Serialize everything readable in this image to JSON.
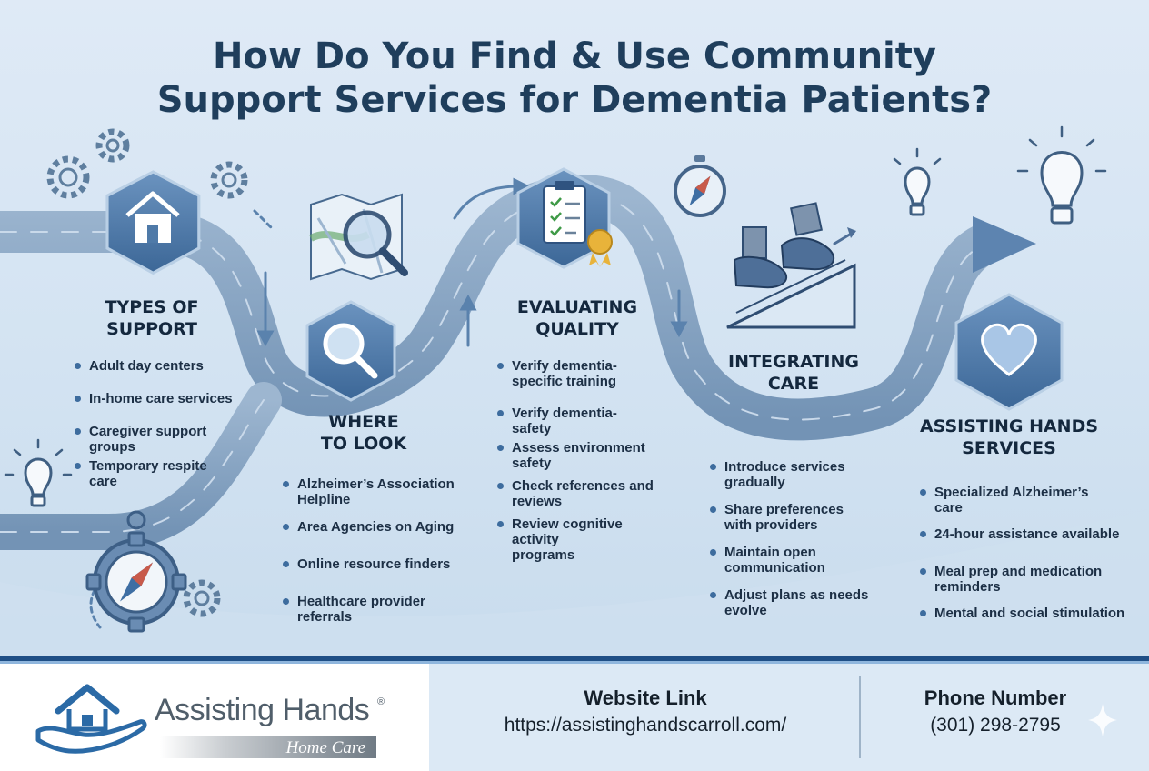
{
  "title_line1": "How Do You Find & Use Community",
  "title_line2": "Support Services for Dementia Patients?",
  "stages": [
    {
      "title_lines": [
        "TYPES OF",
        "SUPPORT"
      ],
      "icon": "house-icon",
      "items": [
        "Adult day centers",
        "In-home care services",
        "Caregiver support groups",
        "Temporary respite care"
      ]
    },
    {
      "title_lines": [
        "WHERE",
        "TO LOOK"
      ],
      "icon": "magnifier-icon",
      "items": [
        "Alzheimer’s Association Helpline",
        "Area Agencies on Aging",
        "Online resource finders",
        "Healthcare provider referrals"
      ]
    },
    {
      "title_lines": [
        "EVALUATING",
        "QUALITY"
      ],
      "icon": "clipboard-icon",
      "items": [
        "Verify dementia-specific training",
        "Verify dementia-safety",
        "Assess environment safety",
        "Check references and reviews",
        "Review cognitive activity programs"
      ]
    },
    {
      "title_lines": [
        "INTEGRATING",
        "CARE"
      ],
      "icon": "walking-shoes-icon",
      "items": [
        "Introduce services gradually",
        "Share preferences with providers",
        "Maintain open communication",
        "Adjust plans as needs evolve"
      ]
    },
    {
      "title_lines": [
        "ASSISTING HANDS",
        "SERVICES"
      ],
      "icon": "heart-icon",
      "items": [
        "Specialized Alzheimer’s care",
        "24-hour assistance available",
        "Meal prep and medication reminders",
        "Mental and social stimulation"
      ]
    }
  ],
  "footer": {
    "logo_name": "Assisting Hands",
    "logo_reg": "®",
    "logo_sub": "Home Care",
    "website_label": "Website Link",
    "website_value": "https://assistinghandscarroll.com/",
    "phone_label": "Phone Number",
    "phone_value": "(301) 298-2795"
  },
  "colors": {
    "title": "#1f3e5c",
    "road": "#7f9dbc",
    "hexagon": "#4f7aa8",
    "footer_accent": "#1f4f86"
  }
}
